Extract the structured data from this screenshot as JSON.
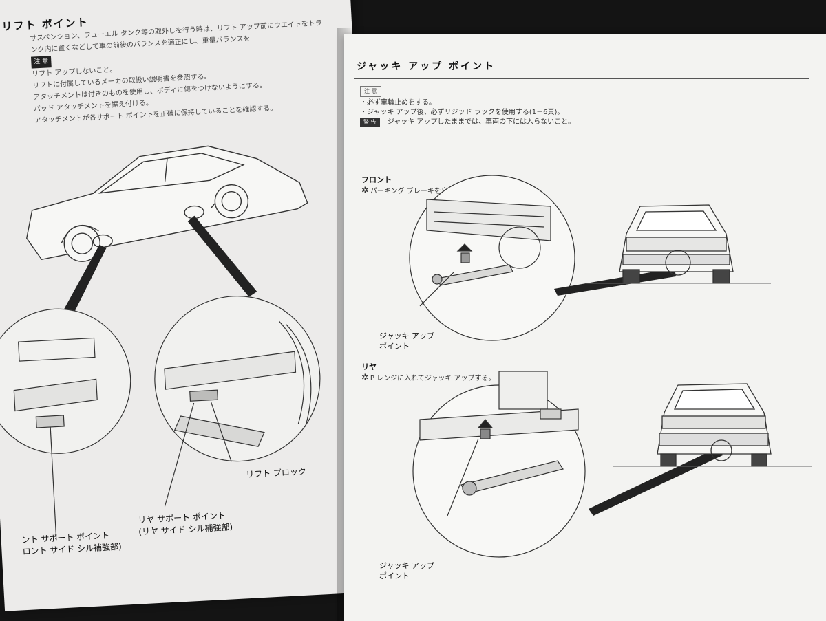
{
  "left_page": {
    "title": "リフト ポイント",
    "intro": "サスペンション、フューエル タンク等の取外しを行う時は、リフト アップ前にウエイトをトランク内に置くなどして車の前後のバランスを適正にし、重量バランスを",
    "note_badge": "注 意",
    "notes": [
      "リフト アップしないこと。",
      "リフトに付属しているメーカの取扱い説明書を参照する。",
      "アタッチメントは付きのものを使用し、ボディに傷をつけないようにする。",
      "バッド アタッチメントを据え付ける。",
      "アタッチメントが各サポート ポイントを正確に保持していることを確認する。"
    ],
    "label_front_support": "ント サポート ポイント",
    "label_front_support_sub": "ロント サイド シル補強部)",
    "label_rear_support": "リヤ サポート ポイント",
    "label_rear_support_sub": "(リヤ サイド シル補強部)",
    "label_lift_block": "リフト ブロック"
  },
  "right_page": {
    "title": "ジャッキ アップ ポイント",
    "caution_tag": "注 意",
    "caution_lines": [
      "・必ず車輪止めをする。",
      "・ジャッキ アップ後、必ずリジッド ラックを使用する(1－6頁)。"
    ],
    "warning_tag": "警 告",
    "warning_text": "ジャッキ アップしたままでは、車両の下には入らないこと。",
    "front_heading": "フロント",
    "front_note": "パーキング ブレーキを忘れずに掛ける。",
    "front_label_1": "ジャッキ アップ",
    "front_label_2": "ポイント",
    "rear_heading": "リヤ",
    "rear_note": "P レンジに入れてジャッキ アップする。",
    "rear_label_1": "ジャッキ アップ",
    "rear_label_2": "ポイント"
  }
}
